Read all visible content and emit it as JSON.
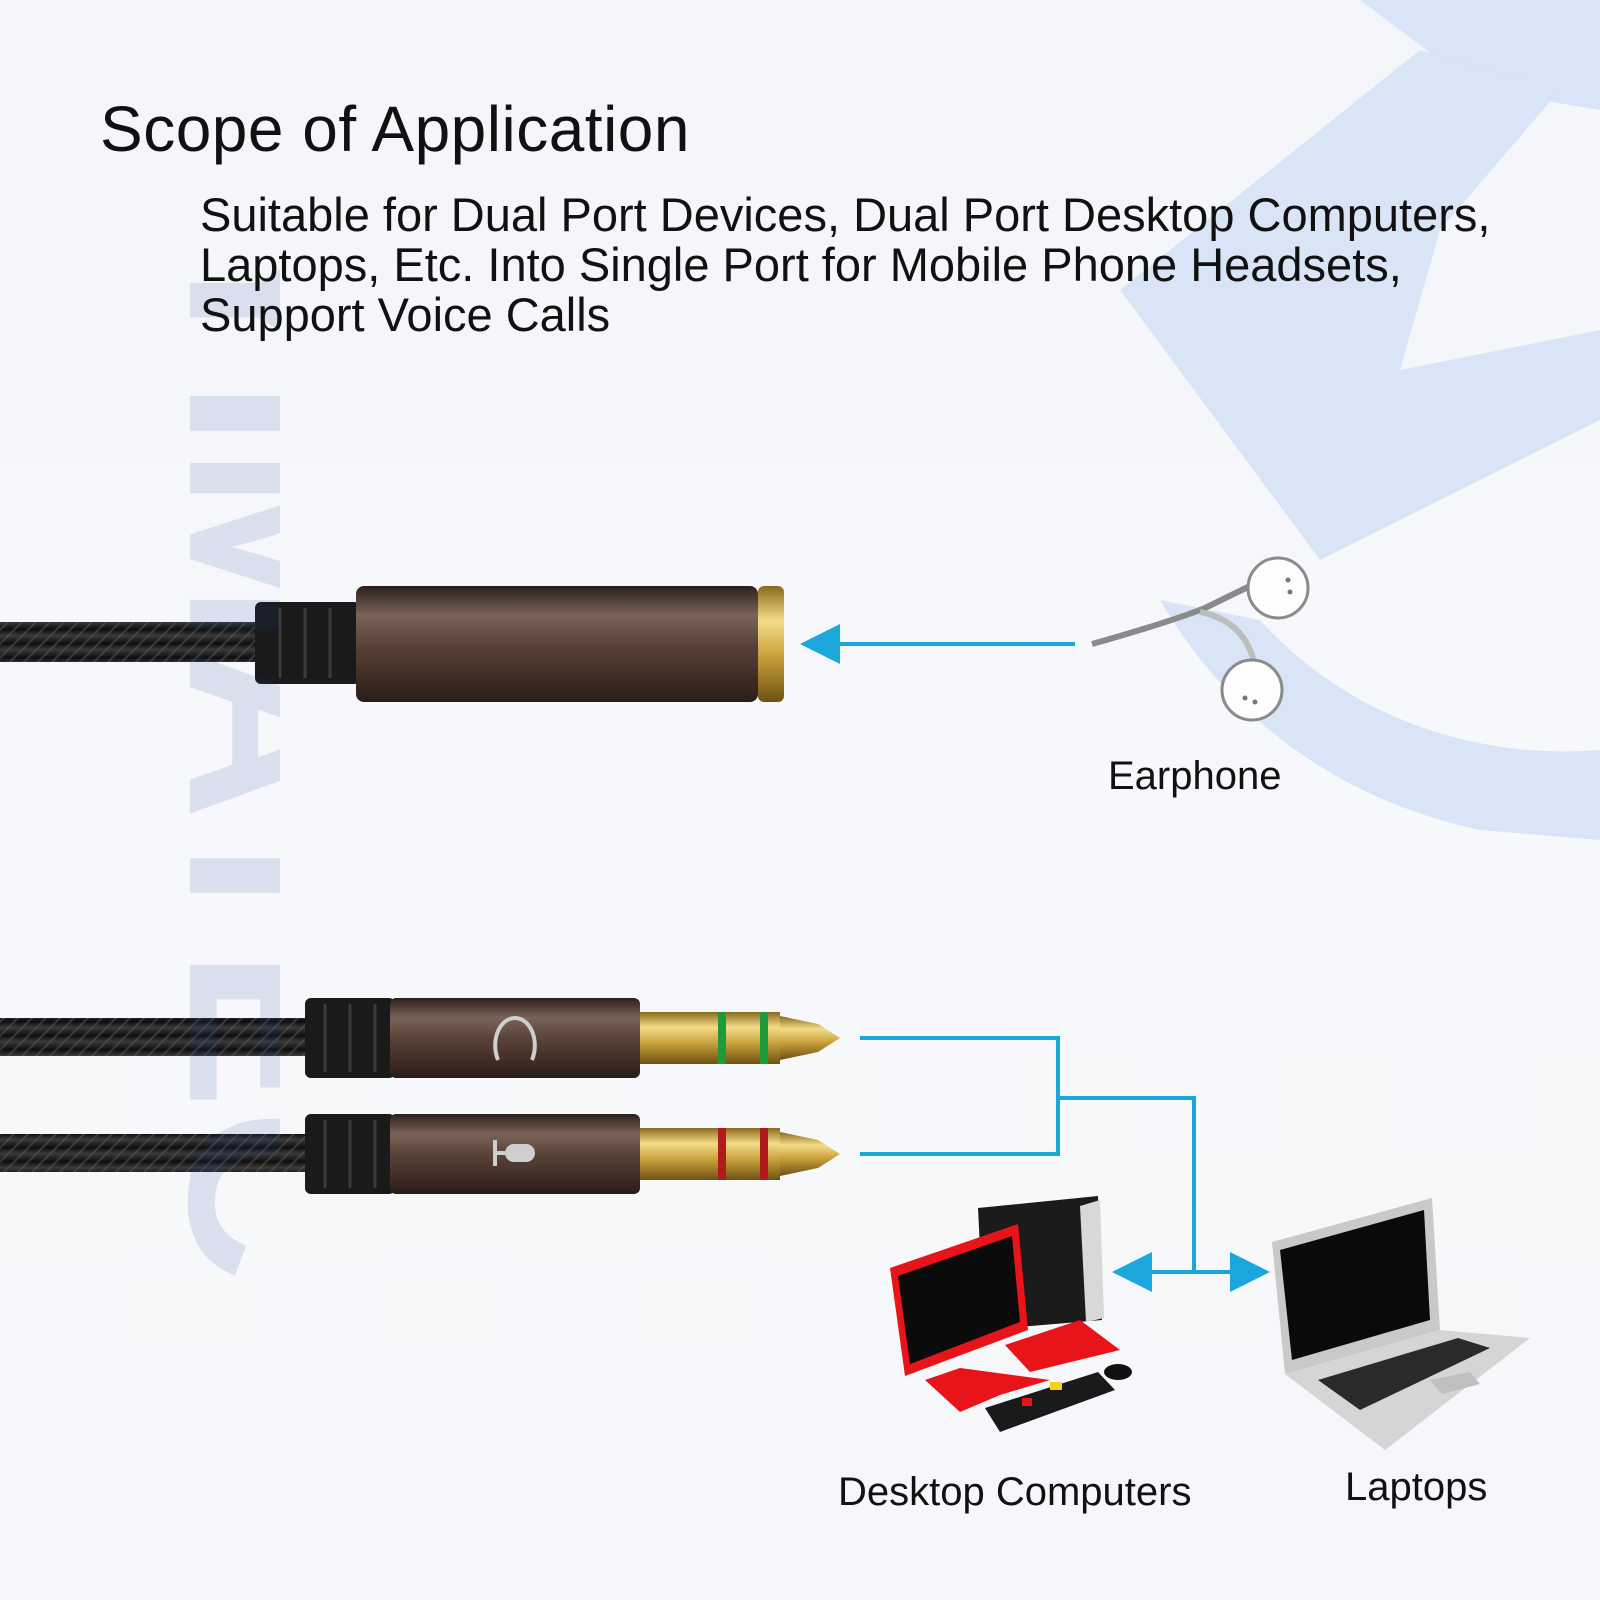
{
  "heading": {
    "title": "Scope of Application",
    "description_lines": [
      "Suitable for Dual Port Devices, Dual Port Desktop Computers,",
      "Laptops, Etc. Into Single Port for Mobile Phone Headsets,",
      "Support Voice Calls"
    ]
  },
  "watermark": {
    "text": "YIMATEC"
  },
  "labels": {
    "earphone": "Earphone",
    "desktop": "Desktop Computers",
    "laptop": "Laptops"
  },
  "colors": {
    "arrow": "#1aa7dc",
    "accent_shape": "#d9e4f6",
    "plug_body": "#4e3a31",
    "gold": "#d7b14a",
    "band_green": "#1f9a3a",
    "band_red": "#b01a1a",
    "desktop_red": "#e8141a"
  }
}
